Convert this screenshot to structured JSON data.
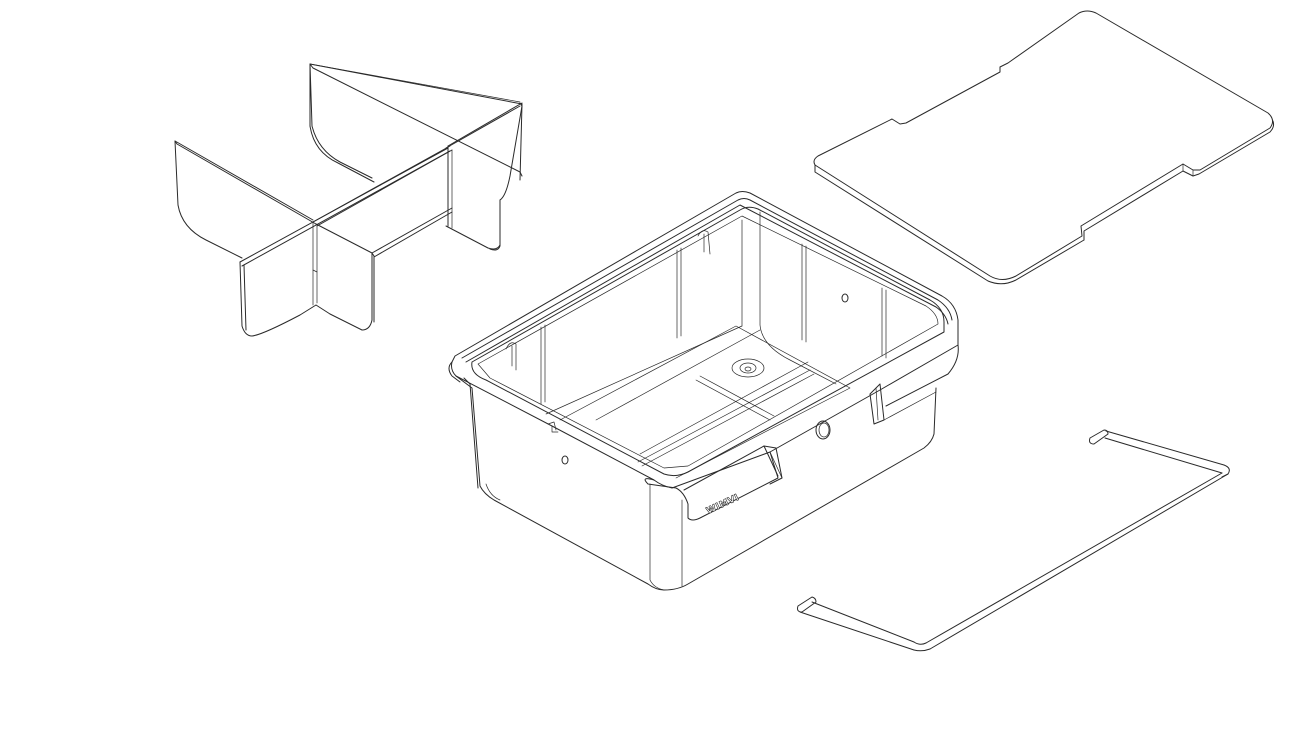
{
  "brand": {
    "logo_text": "WIMVI"
  },
  "parts": [
    {
      "name": "divider-insert"
    },
    {
      "name": "lid"
    },
    {
      "name": "bin"
    },
    {
      "name": "wire-handle"
    }
  ],
  "colors": {
    "background": "#ffffff",
    "line": "#2a2a2a"
  }
}
